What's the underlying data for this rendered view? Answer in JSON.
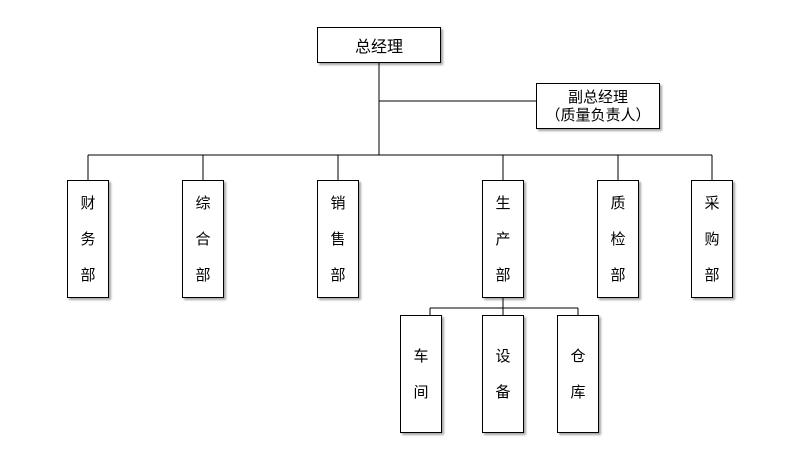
{
  "gm": "总经理",
  "deputy": {
    "line1": "副总经理",
    "line2": "（质量负责人）"
  },
  "departments": [
    [
      "财",
      "务",
      "部"
    ],
    [
      "综",
      "合",
      "部"
    ],
    [
      "销",
      "售",
      "部"
    ],
    [
      "生",
      "产",
      "部"
    ],
    [
      "质",
      "检",
      "部"
    ],
    [
      "采",
      "购",
      "部"
    ]
  ],
  "production_units": [
    [
      "车",
      "间"
    ],
    [
      "设",
      "备"
    ],
    [
      "仓",
      "库"
    ]
  ],
  "colors": {
    "line": "#000000",
    "box_border": "#000000",
    "background": "#ffffff"
  }
}
